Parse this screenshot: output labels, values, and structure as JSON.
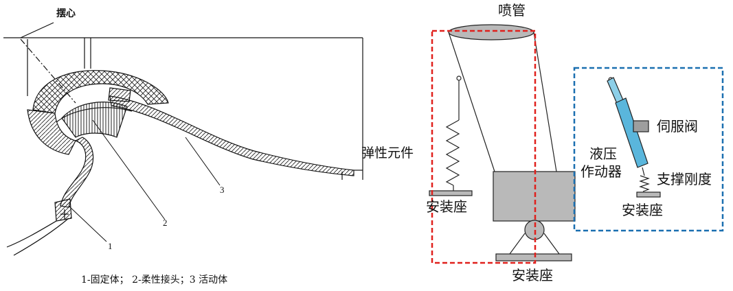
{
  "left_figure": {
    "pivot_label": "摆心",
    "part_numbers": [
      "1",
      "2",
      "3"
    ],
    "caption": "1-固定体； 2-柔性接头；3  活动体"
  },
  "right_figure": {
    "nozzle_label": "喷管",
    "elastic_element_label": "弹性元件",
    "mount_left_label": "安装座",
    "mount_bottom_label": "安装座",
    "mount_right_label": "安装座",
    "servo_valve_label": "伺服阀",
    "hydraulic_actuator_label_line1": "液压",
    "hydraulic_actuator_label_line2": "作动器",
    "support_stiffness_label": "支撑刚度",
    "colors": {
      "red_dashed_box": "#e0201c",
      "blue_dashed_box": "#1a6fb0",
      "actuator_fill": "#5ab6dc",
      "block_fill": "#b9b9b9"
    }
  }
}
